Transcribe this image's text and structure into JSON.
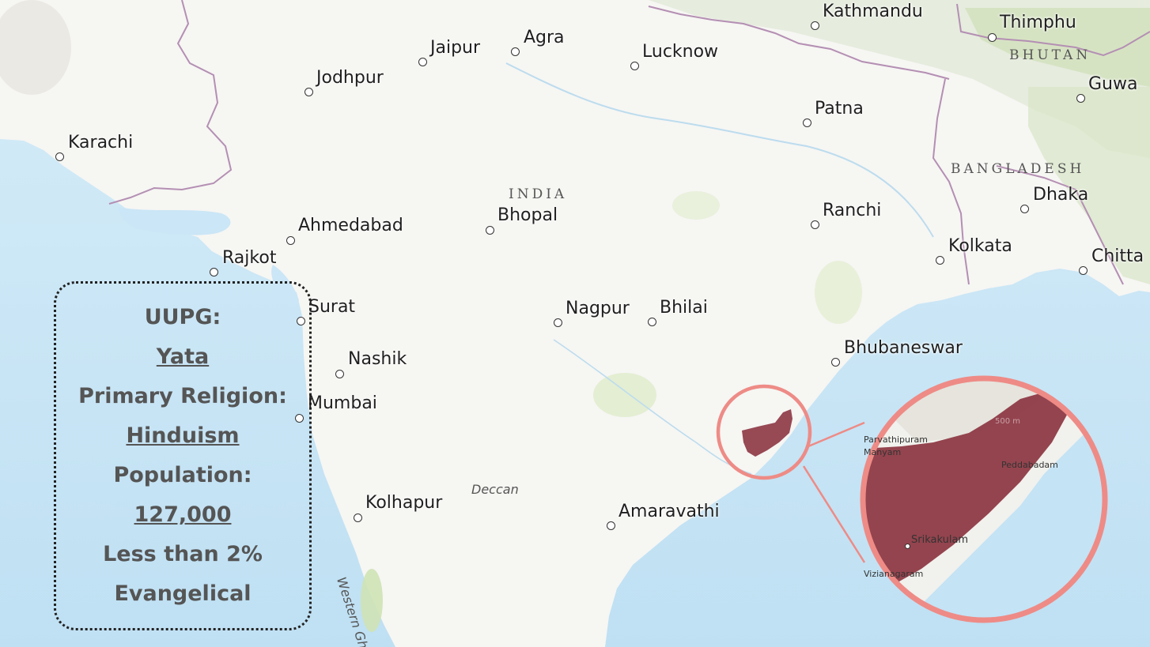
{
  "map": {
    "cities": [
      {
        "name": "Kathmandu"
      },
      {
        "name": "Thimphu"
      },
      {
        "name": "Jaipur"
      },
      {
        "name": "Agra"
      },
      {
        "name": "Lucknow"
      },
      {
        "name": "Jodhpur"
      },
      {
        "name": "Guwa"
      },
      {
        "name": "Patna"
      },
      {
        "name": "Karachi"
      },
      {
        "name": "Dhaka"
      },
      {
        "name": "Bhopal"
      },
      {
        "name": "Ranchi"
      },
      {
        "name": "Ahmedabad"
      },
      {
        "name": "Rajkot"
      },
      {
        "name": "Kolkata"
      },
      {
        "name": "Chitta"
      },
      {
        "name": "Surat"
      },
      {
        "name": "Nagpur"
      },
      {
        "name": "Bhilai"
      },
      {
        "name": "Bhubaneswar"
      },
      {
        "name": "Nashik"
      },
      {
        "name": "Mumbai"
      },
      {
        "name": "Kolhapur"
      },
      {
        "name": "Amaravathi"
      }
    ],
    "countries": [
      "BHUTAN",
      "BANGLADESH",
      "INDIA"
    ],
    "features": [
      "Deccan",
      "Western Ghats"
    ],
    "inset_labels": [
      "Parvathipuram",
      "Manyam",
      "Peddabadam",
      "Srikakulam",
      "Vizianagaram",
      "500 m"
    ],
    "colors": {
      "highlight": "#8e3a46",
      "inset_ring": "#ee8b86",
      "water": "#c6e4f5",
      "land": "#f6f6f3"
    }
  },
  "info": {
    "uupg_label": "UUPG:",
    "people": "Yata",
    "religion_label": "Primary Religion:",
    "religion": "Hinduism",
    "population_label": "Population:",
    "population": "127,000",
    "evangelical_line1": "Less than 2%",
    "evangelical_line2": "Evangelical"
  }
}
